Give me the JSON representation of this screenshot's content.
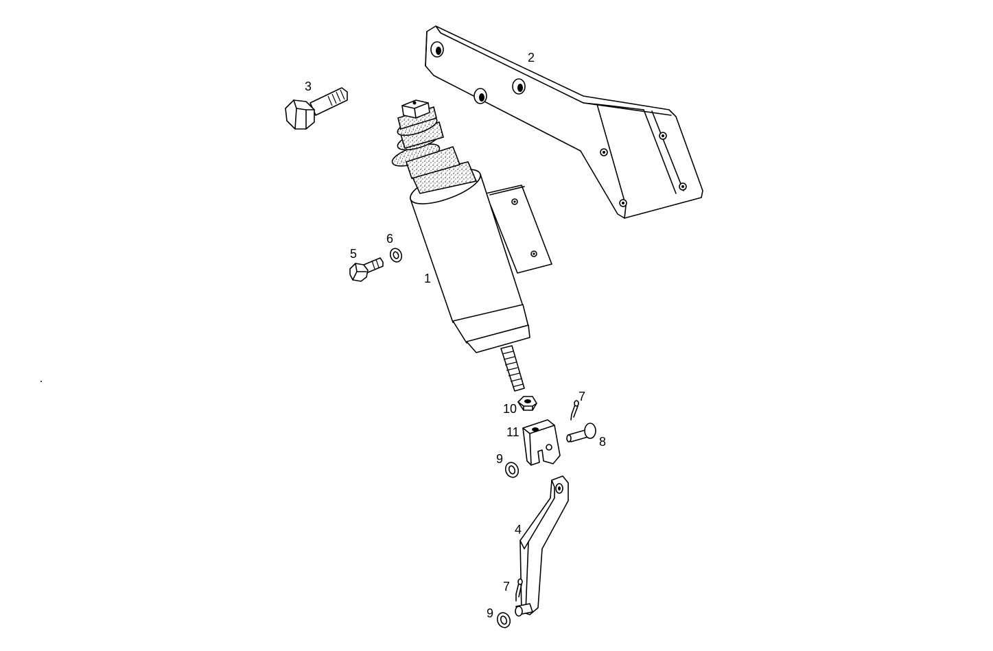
{
  "parts": [
    {
      "id": "solenoid",
      "callout": "1"
    },
    {
      "id": "mounting-bracket",
      "callout": "2"
    },
    {
      "id": "hex-bolt-large",
      "callout": "3"
    },
    {
      "id": "lever",
      "callout": "4"
    },
    {
      "id": "hex-bolt-small",
      "callout": "5"
    },
    {
      "id": "washer-upper",
      "callout": "6"
    },
    {
      "id": "cotter-pin-upper",
      "callout": "7"
    },
    {
      "id": "clevis-pin",
      "callout": "8"
    },
    {
      "id": "washer-middle",
      "callout": "9"
    },
    {
      "id": "hex-nut",
      "callout": "10"
    },
    {
      "id": "clevis",
      "callout": "11"
    },
    {
      "id": "cotter-pin-lower",
      "callout": "7"
    },
    {
      "id": "washer-lower",
      "callout": "9"
    }
  ]
}
